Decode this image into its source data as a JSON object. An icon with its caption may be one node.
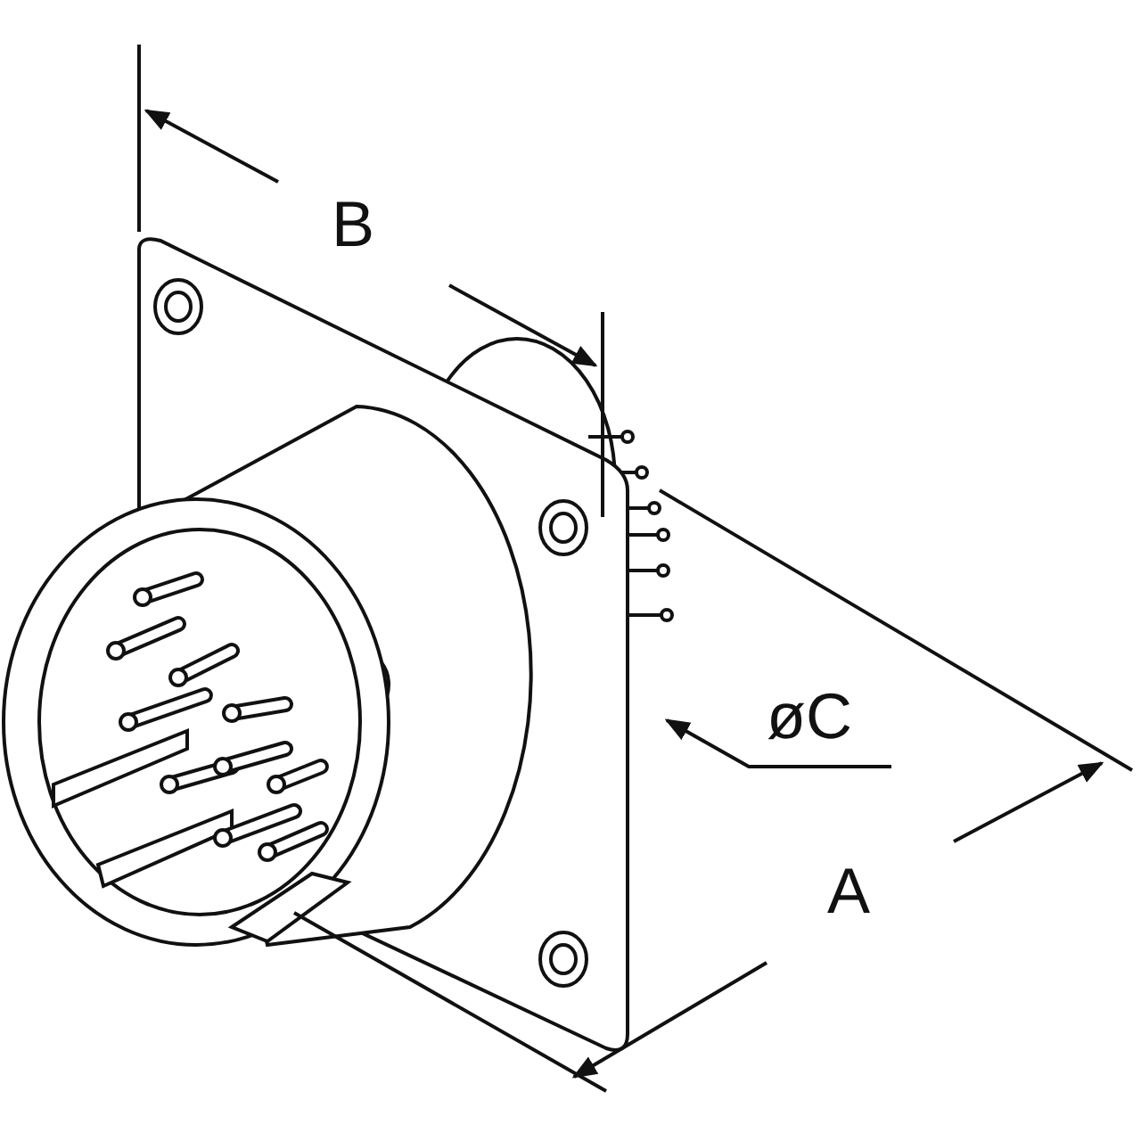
{
  "diagram": {
    "labels": [
      "B",
      "øC",
      "A"
    ]
  }
}
